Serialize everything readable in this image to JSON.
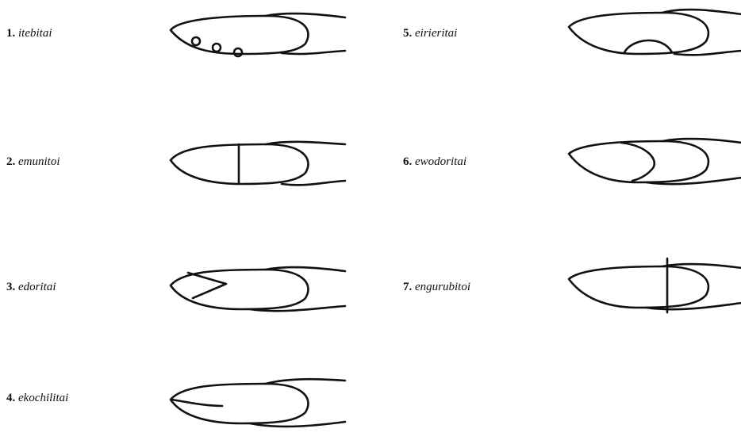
{
  "items": [
    {
      "num": "1.",
      "term": "itebitai"
    },
    {
      "num": "2.",
      "term": "emunitoi"
    },
    {
      "num": "3.",
      "term": "edoritai"
    },
    {
      "num": "4.",
      "term": "ekochilitai"
    },
    {
      "num": "5.",
      "term": "eirieritai"
    },
    {
      "num": "6.",
      "term": "ewodoritai"
    },
    {
      "num": "7.",
      "term": "engurubitoi"
    }
  ],
  "icons": {
    "1": "ear-with-three-holes-icon",
    "2": "ear-with-vertical-line-icon",
    "3": "ear-with-v-notch-icon",
    "4": "ear-with-slit-icon",
    "5": "ear-with-arc-cut-icon",
    "6": "ear-with-curved-line-icon",
    "7": "ear-with-vertical-line-right-icon"
  }
}
